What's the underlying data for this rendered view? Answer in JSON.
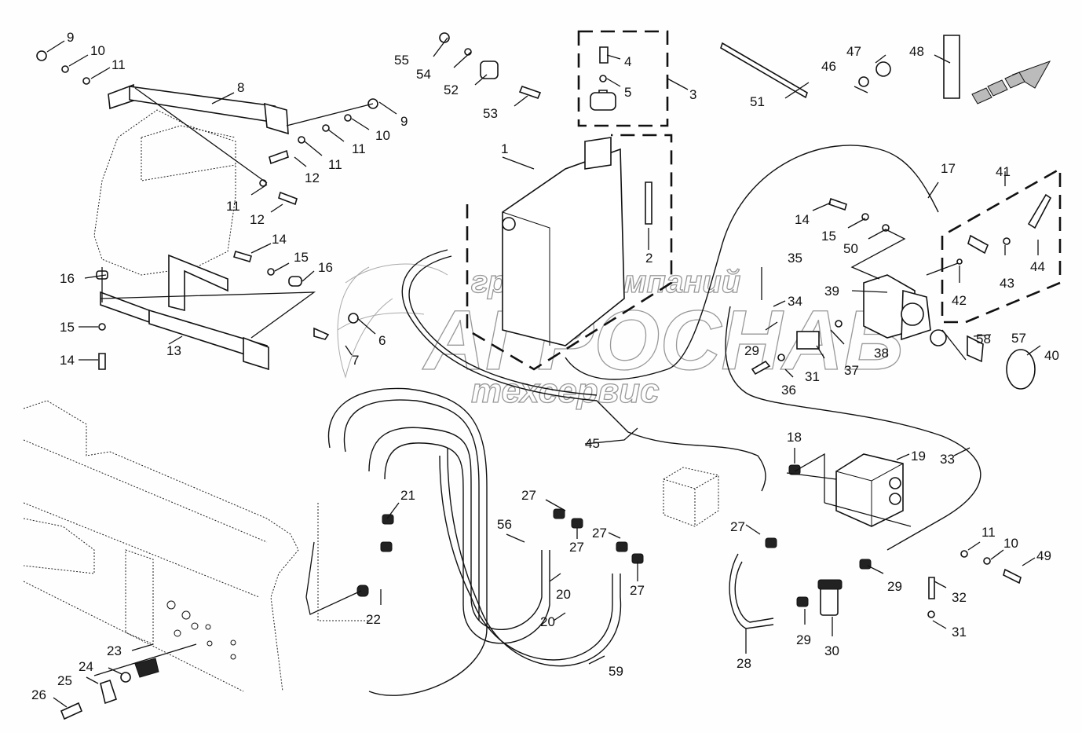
{
  "diagram": {
    "title": "Hydraulic system exploded parts diagram",
    "watermark": {
      "line1": "группа компаний",
      "line2": "АГРОСНАБ",
      "line3": "техсервис"
    },
    "callouts": [
      {
        "id": "c1",
        "num": "1"
      },
      {
        "id": "c2",
        "num": "2"
      },
      {
        "id": "c3",
        "num": "3"
      },
      {
        "id": "c4",
        "num": "4"
      },
      {
        "id": "c5",
        "num": "5"
      },
      {
        "id": "c6a",
        "num": "6"
      },
      {
        "id": "c7",
        "num": "7"
      },
      {
        "id": "c8",
        "num": "8"
      },
      {
        "id": "c9a",
        "num": "9"
      },
      {
        "id": "c9b",
        "num": "9"
      },
      {
        "id": "c10a",
        "num": "10"
      },
      {
        "id": "c10b",
        "num": "10"
      },
      {
        "id": "c10c",
        "num": "10"
      },
      {
        "id": "c11a",
        "num": "11"
      },
      {
        "id": "c11b",
        "num": "11"
      },
      {
        "id": "c11c",
        "num": "11"
      },
      {
        "id": "c11d",
        "num": "11"
      },
      {
        "id": "c11e",
        "num": "11"
      },
      {
        "id": "c12a",
        "num": "12"
      },
      {
        "id": "c12b",
        "num": "12"
      },
      {
        "id": "c13",
        "num": "13"
      },
      {
        "id": "c14a",
        "num": "14"
      },
      {
        "id": "c14b",
        "num": "14"
      },
      {
        "id": "c14c",
        "num": "14"
      },
      {
        "id": "c15a",
        "num": "15"
      },
      {
        "id": "c15b",
        "num": "15"
      },
      {
        "id": "c15c",
        "num": "15"
      },
      {
        "id": "c16a",
        "num": "16"
      },
      {
        "id": "c16b",
        "num": "16"
      },
      {
        "id": "c17",
        "num": "17"
      },
      {
        "id": "c18",
        "num": "18"
      },
      {
        "id": "c19",
        "num": "19"
      },
      {
        "id": "c20a",
        "num": "20"
      },
      {
        "id": "c20b",
        "num": "20"
      },
      {
        "id": "c21",
        "num": "21"
      },
      {
        "id": "c22",
        "num": "22"
      },
      {
        "id": "c23",
        "num": "23"
      },
      {
        "id": "c24",
        "num": "24"
      },
      {
        "id": "c25",
        "num": "25"
      },
      {
        "id": "c26",
        "num": "26"
      },
      {
        "id": "c27a",
        "num": "27"
      },
      {
        "id": "c27b",
        "num": "27"
      },
      {
        "id": "c27c",
        "num": "27"
      },
      {
        "id": "c27d",
        "num": "27"
      },
      {
        "id": "c27e",
        "num": "27"
      },
      {
        "id": "c28",
        "num": "28"
      },
      {
        "id": "c29a",
        "num": "29"
      },
      {
        "id": "c29b",
        "num": "29"
      },
      {
        "id": "c29c",
        "num": "29"
      },
      {
        "id": "c30",
        "num": "30"
      },
      {
        "id": "c31a",
        "num": "31"
      },
      {
        "id": "c31b",
        "num": "31"
      },
      {
        "id": "c32",
        "num": "32"
      },
      {
        "id": "c33",
        "num": "33"
      },
      {
        "id": "c34",
        "num": "34"
      },
      {
        "id": "c35",
        "num": "35"
      },
      {
        "id": "c36",
        "num": "36"
      },
      {
        "id": "c37",
        "num": "37"
      },
      {
        "id": "c38",
        "num": "38"
      },
      {
        "id": "c39",
        "num": "39"
      },
      {
        "id": "c40",
        "num": "40"
      },
      {
        "id": "c41",
        "num": "41"
      },
      {
        "id": "c42",
        "num": "42"
      },
      {
        "id": "c43",
        "num": "43"
      },
      {
        "id": "c44",
        "num": "44"
      },
      {
        "id": "c45",
        "num": "45"
      },
      {
        "id": "c46",
        "num": "46"
      },
      {
        "id": "c47",
        "num": "47"
      },
      {
        "id": "c48",
        "num": "48"
      },
      {
        "id": "c49",
        "num": "49"
      },
      {
        "id": "c50",
        "num": "50"
      },
      {
        "id": "c51",
        "num": "51"
      },
      {
        "id": "c52",
        "num": "52"
      },
      {
        "id": "c53",
        "num": "53"
      },
      {
        "id": "c54",
        "num": "54"
      },
      {
        "id": "c55",
        "num": "55"
      },
      {
        "id": "c56",
        "num": "56"
      },
      {
        "id": "c57",
        "num": "57"
      },
      {
        "id": "c58",
        "num": "58"
      },
      {
        "id": "c59",
        "num": "59"
      }
    ],
    "colors": {
      "ink": "#111111",
      "background": "#fefefe",
      "watermark": "#999999"
    }
  }
}
